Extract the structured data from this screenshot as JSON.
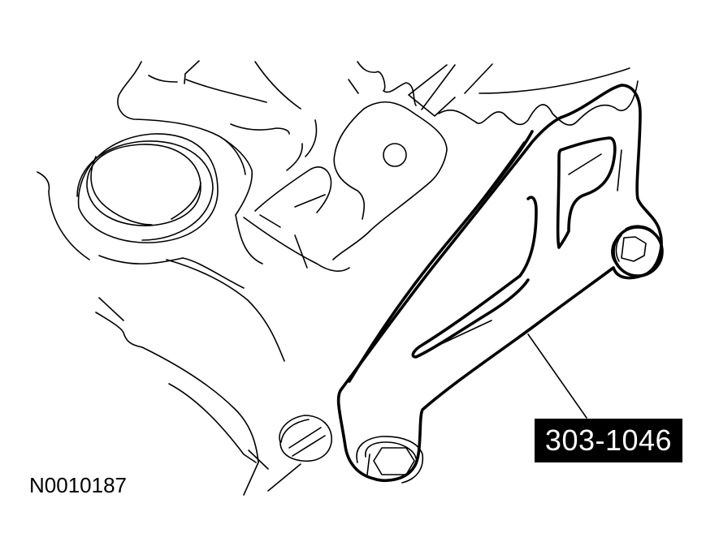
{
  "figure": {
    "type": "technical line illustration",
    "subject": "special service tool bracket bolted to engine front near gear/sprocket",
    "callout": {
      "label": "303-1046",
      "background_color": "#000000",
      "text_color": "#ffffff"
    },
    "figure_id": "N0010187",
    "components": [
      {
        "name": "tool-bracket",
        "description": "303-1046 service tool plate with two bolts"
      },
      {
        "name": "upper-right-bolt",
        "description": "hex bolt at upper right of tool"
      },
      {
        "name": "lower-left-bolt",
        "description": "hex bolt at lower left of tool"
      },
      {
        "name": "gear-teeth",
        "description": "sprocket/flywheel teeth at top"
      },
      {
        "name": "round-plug",
        "description": "round cap on engine casting at left"
      },
      {
        "name": "slotted-screw",
        "description": "slotted screw head at lower left"
      },
      {
        "name": "tab-with-hole",
        "description": "engine bracket tab with hole"
      }
    ]
  }
}
